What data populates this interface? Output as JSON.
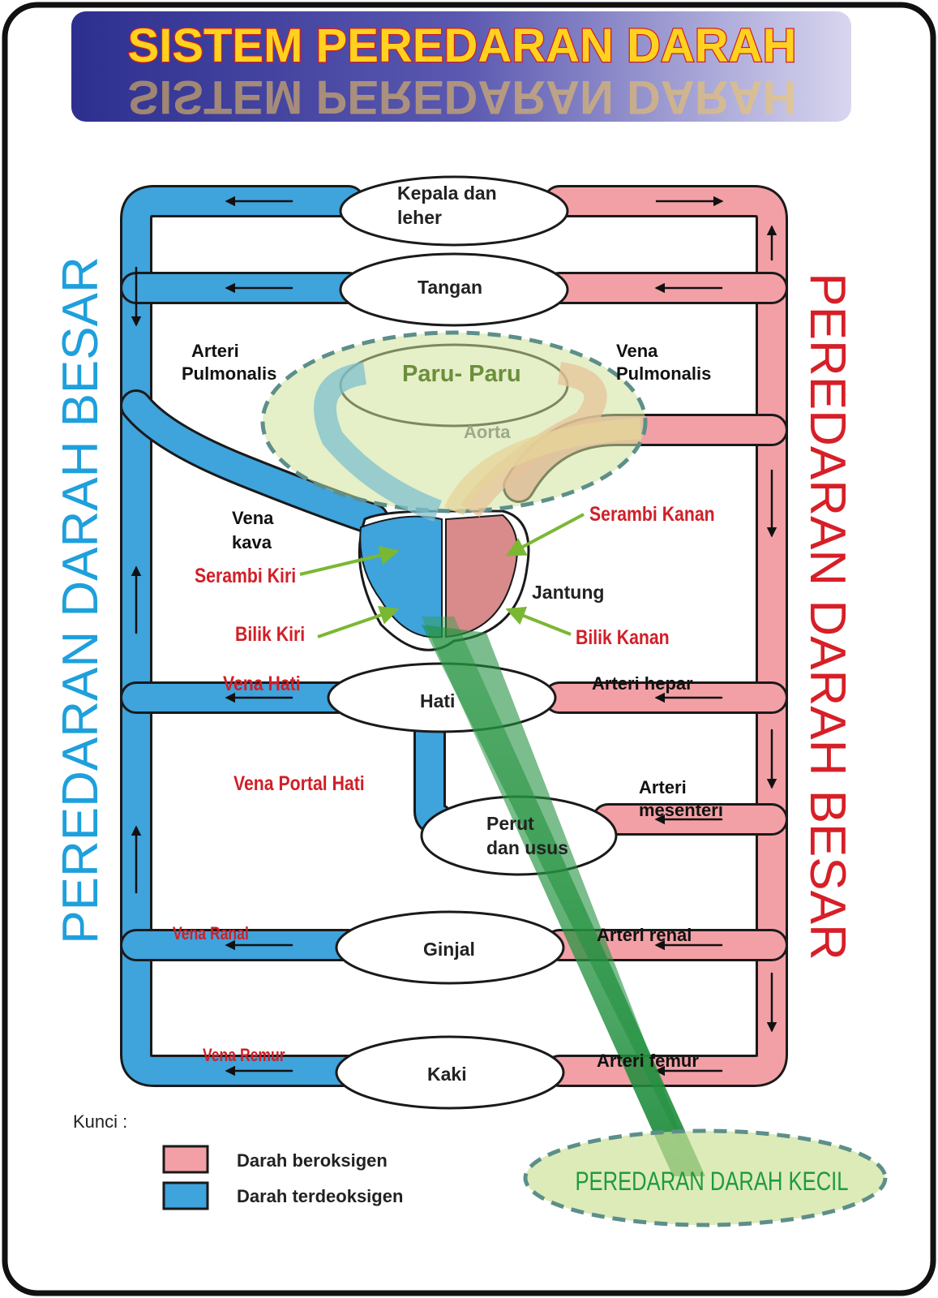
{
  "title": "SISTEM PEREDARAN DARAH",
  "side_titles": {
    "left": "PEREDARAN DARAH BESAR",
    "right": "PEREDARAN DARAH BESAR"
  },
  "small_circulation_label": "PEREDARAN DARAH KECIL",
  "organs": {
    "head": [
      "Kepala dan",
      "leher"
    ],
    "arms": "Tangan",
    "lungs": "Paru- Paru",
    "aorta": "Aorta",
    "heart": "Jantung",
    "liver": "Hati",
    "gut": [
      "Perut",
      "dan usus"
    ],
    "kidney": "Ginjal",
    "legs": "Kaki"
  },
  "vessels": {
    "arteri_pulmonalis": [
      "Arteri",
      "Pulmonalis"
    ],
    "vena_pulmonalis": [
      "Vena",
      "Pulmonalis"
    ],
    "vena_kava": [
      "Vena",
      "kava"
    ],
    "arteri_hepar": "Arteri hepar",
    "arteri_mesenteri": [
      "Arteri",
      "mesenteri"
    ],
    "arteri_renal": "Arteri renal",
    "arteri_femur": "Arteri femur"
  },
  "red_labels": {
    "serambi_kanan": "Serambi Kanan",
    "serambi_kiri": "Serambi Kiri",
    "bilik_kiri": "Bilik Kiri",
    "bilik_kanan": "Bilik Kanan",
    "vena_hati": "Vena Hati",
    "vena_portal_hati": "Vena Portal Hati",
    "vena_ranal": "Vena Ranal",
    "vena_remur": "Vena Remur"
  },
  "legend": {
    "title": "Kunci :",
    "items": [
      {
        "label": "Darah beroksigen",
        "color": "#f2a0a6"
      },
      {
        "label": "Darah terdeoksigen",
        "color": "#3fa3dc"
      }
    ]
  },
  "colors": {
    "oxygenated": "#f2a0a6",
    "deoxygenated": "#3fa3dc",
    "title_text": "#ffd21f",
    "title_outline": "#d01f27",
    "left_side_title": "#1ea0dc",
    "right_side_title": "#d71f27",
    "small_circ_text": "#1e9b3e",
    "pointer_arrow": "#7ab833"
  }
}
